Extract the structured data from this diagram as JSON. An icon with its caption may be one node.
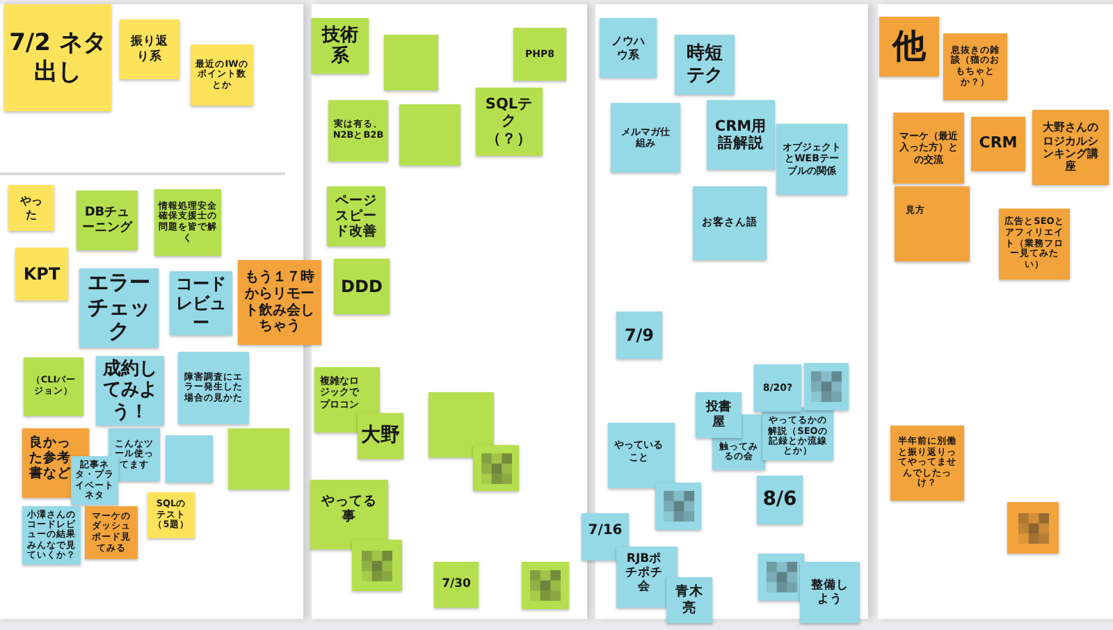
{
  "diagram": {
    "nodes": [
      {
        "text": [
          "7/2 ネタ出し"
        ]
      },
      {
        "text": [
          "振り返り系"
        ]
      },
      {
        "text": [
          "最近のIWのポイント数とか"
        ]
      },
      {
        "text": [
          "やった"
        ]
      },
      {
        "text": [
          "DBチューニング"
        ]
      },
      {
        "text": [
          "情報処理安全確保支援士の問題を皆で解く"
        ]
      },
      {
        "text": [
          "KPT"
        ]
      },
      {
        "text": [
          "エラーチェック"
        ]
      },
      {
        "text": [
          "コードレビュー"
        ]
      },
      {
        "text": [
          "もう１７時からリモート飲み会しちゃう"
        ]
      },
      {
        "text": [
          "（CLIバージョン）"
        ]
      },
      {
        "text": [
          "成約してみよう！"
        ]
      },
      {
        "text": [
          "障害調査にエラー発生した場合の見かた"
        ]
      },
      {
        "text": [
          "良かった参考書など"
        ]
      },
      {
        "text": [
          "こんなツール使ってます"
        ]
      },
      {
        "text": [],
        "shape": "box"
      },
      {
        "text": [],
        "shape": "box"
      },
      {
        "text": [
          "記事ネタ・プライベートネタ"
        ]
      },
      {
        "text": [
          "SQLのテスト（5題）"
        ]
      },
      {
        "text": [
          "小澤さんのコードレビューの結果みんなで見ていくか？"
        ]
      },
      {
        "text": [
          "マーケのダッシュボード見てみる"
        ]
      },
      {
        "text": [
          "技術系"
        ]
      },
      {
        "text": [],
        "shape": "box"
      },
      {
        "text": [
          "PHP8"
        ]
      },
      {
        "text": [
          "実は有る、N2BとB2B"
        ]
      },
      {
        "text": [],
        "shape": "box"
      },
      {
        "text": [
          "SQLテク（？）"
        ]
      },
      {
        "text": [
          "ページスピード改善"
        ]
      },
      {
        "text": [
          "DDD"
        ]
      },
      {
        "text": [
          "複雑なロジックでプロコン"
        ]
      },
      {
        "text": [
          "大野"
        ]
      },
      {
        "text": [],
        "shape": "box"
      },
      {
        "text": [],
        "shape": "box"
      },
      {
        "text": [
          "やってる事"
        ]
      },
      {
        "text": [],
        "shape": "box"
      },
      {
        "text": [
          "7/30"
        ]
      },
      {
        "text": [],
        "shape": "box"
      },
      {
        "text": [
          "ノウハウ系"
        ]
      },
      {
        "text": [
          "時短テク"
        ]
      },
      {
        "text": [
          "メルマガ仕組み"
        ]
      },
      {
        "text": [
          "CRM用語解説"
        ]
      },
      {
        "text": [
          "オブジェクトとWEBテーブルの関係"
        ]
      },
      {
        "text": [
          "お客さん語"
        ]
      },
      {
        "text": [
          "7/9"
        ]
      },
      {
        "text": [
          "投書屋"
        ]
      },
      {
        "text": [
          "触ってみるの会"
        ]
      },
      {
        "text": [
          "8/20?"
        ]
      },
      {
        "text": [],
        "shape": "box"
      },
      {
        "text": [
          "やってるかの解説（SEOの記録とか流線とか）"
        ]
      },
      {
        "text": [
          "やっていること"
        ]
      },
      {
        "text": [],
        "shape": "box"
      },
      {
        "text": [
          "8/6"
        ]
      },
      {
        "text": [
          "7/16"
        ]
      },
      {
        "text": [
          "RJBポチポチ会"
        ]
      },
      {
        "text": [
          "青木亮"
        ]
      },
      {
        "text": [],
        "shape": "box"
      },
      {
        "text": [
          "整備しよう"
        ]
      },
      {
        "text": [
          "他"
        ]
      },
      {
        "text": [
          "息抜きの雑談（猫のおもちゃとか？）"
        ]
      },
      {
        "text": [
          "マーケ（最近入った方）との交流"
        ]
      },
      {
        "text": [
          "CRM"
        ]
      },
      {
        "text": [
          "大野さんのロジカルシンキング講座"
        ]
      },
      {
        "text": [
          "見方"
        ]
      },
      {
        "text": [
          "広告とSEOとアフィリエイト（業務フロー見てみたい）"
        ]
      },
      {
        "text": [
          "半年前に別働と振り返りってやってませんでしたっけ？"
        ]
      },
      {
        "text": [],
        "shape": "box"
      }
    ]
  }
}
